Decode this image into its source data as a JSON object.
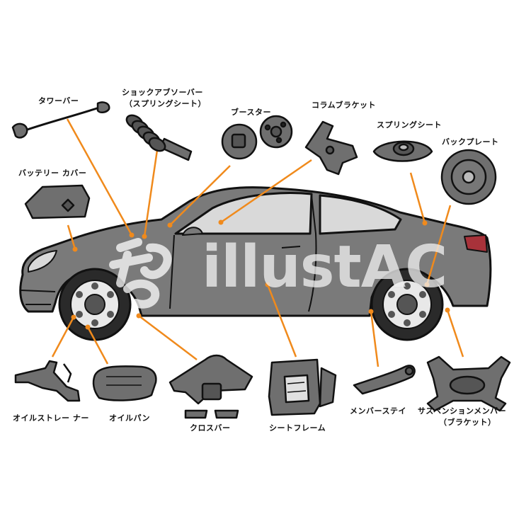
{
  "colors": {
    "body": "#7a7a7a",
    "part": "#6f6f6f",
    "outline": "#111111",
    "leader": "#f08a1c",
    "window": "#d9d9d9",
    "taillight": "#a8323a",
    "wheel_rim": "#e8e8e8"
  },
  "labels": {
    "tower_bar": "タワーバー",
    "shock_absorber": "ショックアブソーバー",
    "spring_seat_paren": "（スプリングシート）",
    "booster": "ブースター",
    "column_bracket": "コラムブラケット",
    "spring_seat": "スプリングシート",
    "back_plate": "バックプレート",
    "battery_cover": "バッテリー カバー",
    "oil_strainer": "オイルストレー ナー",
    "oil_pan": "オイルパン",
    "cross_bar": "クロスバー",
    "seat_frame": "シートフレーム",
    "member_stay": "メンバーステイ",
    "suspension_member": "サスペンションメンバー",
    "bracket_paren": "（ブラケット）"
  },
  "watermark": {
    "text": "illustAC"
  }
}
